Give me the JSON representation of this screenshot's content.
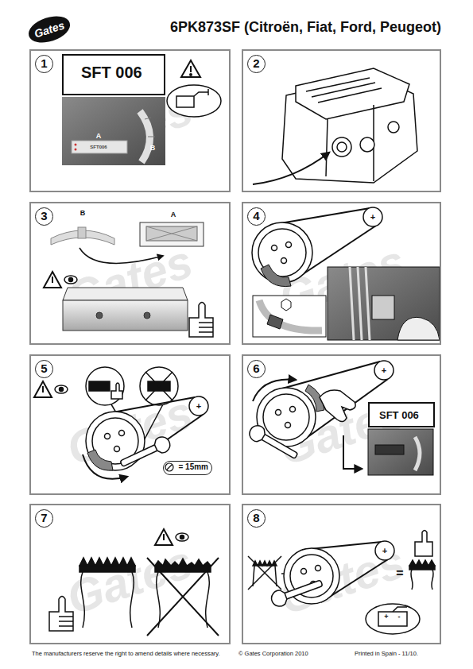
{
  "diagram": {
    "title": "6PK873SF (Citroën, Fiat, Ford, Peugeot)",
    "nodes": [
      {
        "text": [
          "1"
        ]
      },
      {
        "text": [
          "SFT 006"
        ],
        "in": 0
      },
      {
        "text": [
          "2"
        ]
      },
      {
        "text": [
          "3"
        ]
      },
      {
        "text": [
          "4"
        ]
      },
      {
        "text": [
          "5"
        ]
      },
      {
        "text": [
          "= 15mm"
        ],
        "in": 5
      },
      {
        "text": [
          "6"
        ]
      },
      {
        "text": [
          "SFT 006"
        ],
        "in": 7
      },
      {
        "text": [
          "7"
        ]
      },
      {
        "text": [
          "8"
        ]
      }
    ],
    "labels": [
      "Gates",
      "Gates",
      "Gates",
      "Gates",
      "Gates",
      "Gates",
      "Gates",
      "Gates",
      "Gates",
      "A",
      "SFT006",
      "B",
      "B",
      "A",
      "+",
      "+",
      "+",
      "+",
      "=",
      "+",
      "-",
      "The manufacturers reserve the right to amend details where necessary.",
      "© Gates Corporation 2010",
      "Printed in Spain - 11/10."
    ]
  }
}
